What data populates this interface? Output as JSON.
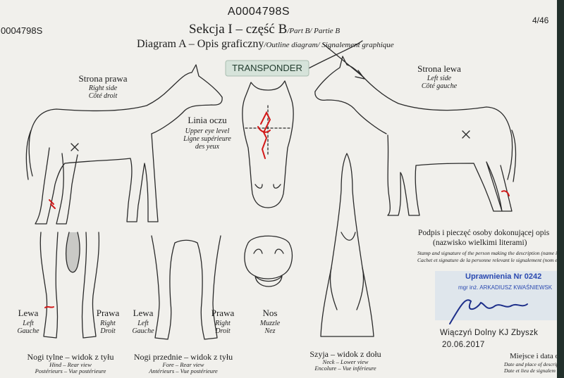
{
  "header": {
    "doc_id_top": "A0004798S",
    "doc_id_left": "0004798S",
    "page_number": "4/46",
    "section_title": "Sekcja I – część B",
    "section_title_sub": "/Part B/ Partie B",
    "diagram_title": "Diagram A – Opis graficzny",
    "diagram_title_sub": "/Outline diagram/ Signalement graphique"
  },
  "labels": {
    "transponder": "TRANSPONDER",
    "right_side": {
      "pl": "Strona prawa",
      "en": "Right side",
      "fr": "Côté droit"
    },
    "left_side": {
      "pl": "Strona lewa",
      "en": "Left side",
      "fr": "Côté gauche"
    },
    "eye_line": {
      "pl": "Linia oczu",
      "en": "Upper eye level",
      "fr_line1": "Ligne supérieure",
      "fr_line2": "des yeux"
    },
    "hind_left": {
      "pl": "Lewa",
      "en": "Left",
      "fr": "Gauche"
    },
    "hind_right": {
      "pl": "Prawa",
      "en": "Right",
      "fr": "Droit"
    },
    "fore_left": {
      "pl": "Lewa",
      "en": "Left",
      "fr": "Gauche"
    },
    "fore_right": {
      "pl": "Prawa",
      "en": "Right",
      "fr": "Droit"
    },
    "muzzle": {
      "pl": "Nos",
      "en": "Muzzle",
      "fr": "Nez"
    },
    "hind_view": {
      "pl": "Nogi tylne – widok z tyłu",
      "en": "Hind – Rear view",
      "fr": "Postérieurs – Vue postérieure"
    },
    "fore_view": {
      "pl": "Nogi przednie – widok z tyłu",
      "en": "Fore – Rear view",
      "fr": "Antérieurs – Vue postérieure"
    },
    "neck_view": {
      "pl": "Szyja – widok z dołu",
      "en": "Neck – Lower view",
      "fr": "Encolure – Vue inférieure"
    }
  },
  "signature_block": {
    "title": "Podpis i pieczęć osoby dokonującej opis",
    "subtitle": "(nazwisko wielkimi literami)",
    "en": "Stamp and signature of the person making the description (name in capital letter",
    "fr": "Cachet et signature de la personne relevant le signalement (nom en lettres capital"
  },
  "stamp": {
    "line1": "Uprawnienia Nr 0242",
    "line2": "mgr inż. ARKADIUSZ KWAŚNIEWSK"
  },
  "place_date": {
    "place": "Wiączyń Dolny KJ Zbyszk",
    "date": "20.06.2017",
    "label_pl": "Miejsce i data opis",
    "label_en": "Date and place of descripti",
    "label_fr": "Date et lieu de signalem"
  }
}
